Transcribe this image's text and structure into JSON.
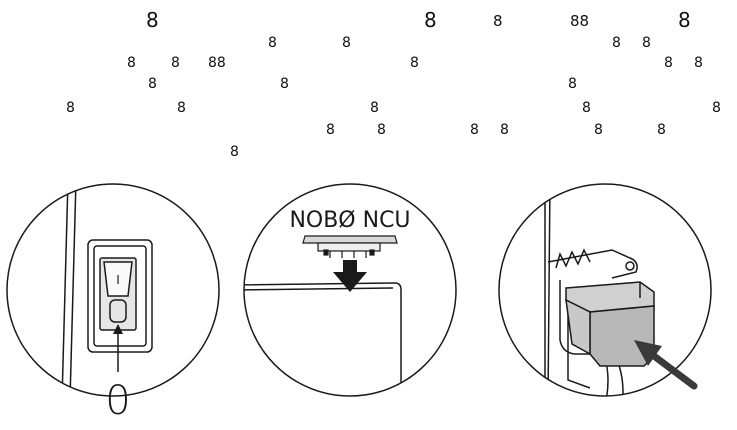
{
  "colors": {
    "ink": "#1a1a1a",
    "fill_gray": "#b8b8b8",
    "fill_light": "#d8d8d8",
    "accent": "#3a3a3a"
  },
  "digit_glyph": "8",
  "scattered_digits": [
    {
      "t": "8"
    },
    {
      "t": "8"
    },
    {
      "t": "8"
    },
    {
      "t": "88"
    },
    {
      "t": "8"
    },
    {
      "t": "8"
    },
    {
      "t": "8"
    },
    {
      "t": "8"
    },
    {
      "t": "8"
    },
    {
      "t": "8"
    },
    {
      "t": "8"
    },
    {
      "t": "88"
    },
    {
      "t": "8"
    },
    {
      "t": "8"
    },
    {
      "t": "8"
    },
    {
      "t": "8"
    },
    {
      "t": "8"
    },
    {
      "t": "8"
    },
    {
      "t": "8"
    },
    {
      "t": "8"
    },
    {
      "t": "8"
    },
    {
      "t": "8"
    },
    {
      "t": "8"
    },
    {
      "t": "8"
    },
    {
      "t": "8"
    },
    {
      "t": "8"
    },
    {
      "t": "8"
    },
    {
      "t": "8"
    },
    {
      "t": "8"
    },
    {
      "t": "8"
    }
  ],
  "panels": {
    "switch": {
      "callout_label": "0",
      "switch_mark": "I"
    },
    "mount": {
      "label": "NOBØ NCU"
    },
    "plug": {}
  }
}
